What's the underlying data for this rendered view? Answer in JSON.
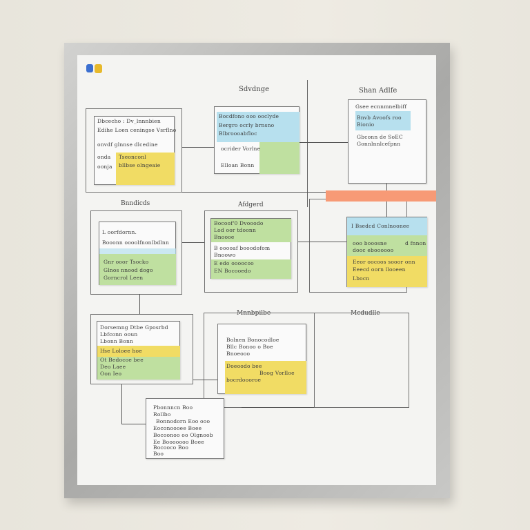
{
  "labels": {
    "top_mid": "Sdvdnge",
    "top_right": "Shan Adlfe",
    "mid_left": "Bnndicds",
    "mid_mid": "Afdgerd",
    "low_mid": "Mnnbpilbe",
    "low_right": "Mcdudlle"
  },
  "cards": {
    "a": [
      "Dbcecho : Dv_lnnnbien",
      "Edihe Loen ceningse Vsrflno",
      "onvdf glnnse dlcedine",
      "onda",
      "oonja",
      "Tseonconl",
      "bllbse olngeaie"
    ],
    "b": [
      "Bocdfono ooo ooclyde",
      "Bergro ocrly brnsno",
      "Blbroooabfloc",
      "ocrider Vorlne",
      "Elloan Bonn"
    ],
    "c": [
      "Gsee ecnnmnelbiff",
      "Bnvb Avoofs roo",
      "Bionio",
      "Gbconn de SoEC",
      "Gonnlnnlcefpnn"
    ],
    "d": [
      "L oorfdornn.",
      "Booonn oooolfnonlbdlnn",
      "Gnr ooor Tsocko",
      "Glnos nnood dogo",
      "Gorncrol Leen"
    ],
    "e": [
      "Bocoof'0 Dvooodo",
      "Lod oor tdoonn",
      "Bnoooe",
      "B ooooaf booodofom",
      "Bnoowo",
      "E edo oooocoo",
      "EN Bocooedo"
    ],
    "f": [
      "I Bsedcd Conlnoonee",
      "ooo booosne",
      "dooc eboooooo",
      "d fnnon",
      "Eeor oocoos sooor onn",
      "Eeecd oorn llooeen",
      "Lbocn"
    ],
    "g": [
      "Dorsemng Dtbe Gposrbd",
      "Lbfconn ooun",
      "Lbonn Bonn",
      "Ifse Loloee hoe",
      "Ot Bedocoe bee",
      "Deo Laee",
      "Oon Ieo"
    ],
    "h": [
      "Bolnen Bonocodloe",
      "Bllc Bonoo o Boe",
      "Bnoeooo",
      "Doeoodo bee",
      "Boog Vorlloe",
      "bocrdoooroe"
    ],
    "i": [
      "Pbonnncn Boo",
      "Rollbo",
      "Bonnodorn Eoo ooo",
      "Eoconoooee Boee",
      "Bocoonoo oo Olgnoob",
      "Ee Booooooo Boee",
      "Bocooco Boo",
      "Boo"
    ]
  },
  "colors": {
    "yellow": "#f1dc64",
    "green": "#bfe0a0",
    "blue": "#b7e0ee",
    "orange": "#f79a76"
  }
}
